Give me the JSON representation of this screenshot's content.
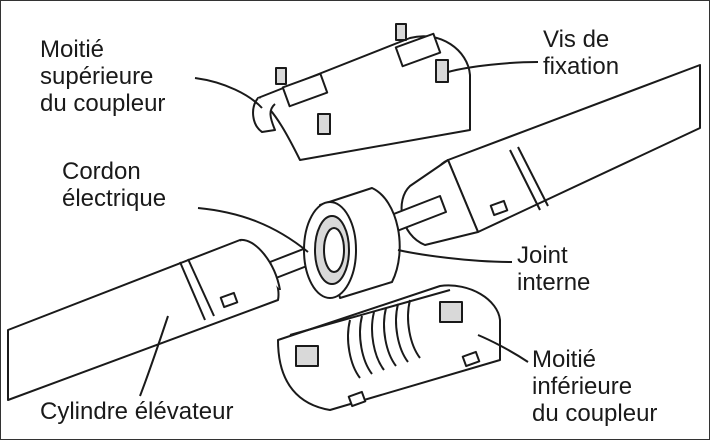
{
  "labels": {
    "upper_half": [
      "Moitié",
      "supérieure",
      "du coupleur"
    ],
    "screws": [
      "Vis de",
      "fixation"
    ],
    "cord": [
      "Cordon",
      "électrique"
    ],
    "seal": [
      "Joint",
      "interne"
    ],
    "lower_half": [
      "Moitié",
      "inférieure",
      "du coupleur"
    ],
    "cylinder": [
      "Cylindre élévateur"
    ]
  },
  "colors": {
    "line": "#1a1a1a",
    "fill": "#ffffff",
    "shade": "#d9d9d9"
  }
}
